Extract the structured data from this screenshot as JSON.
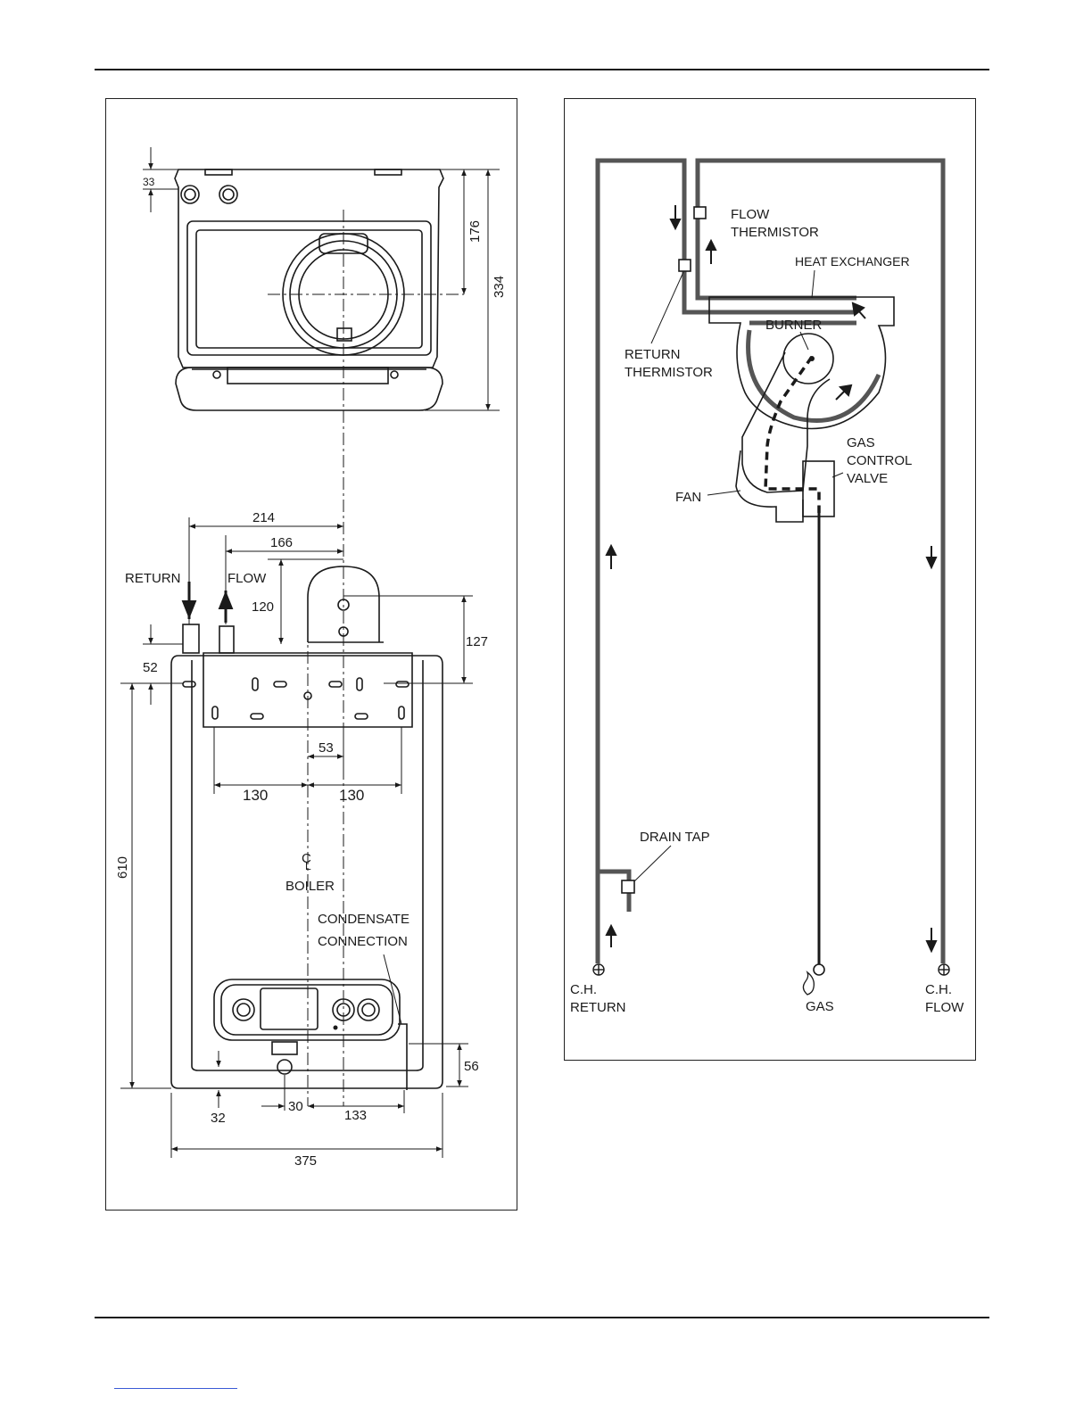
{
  "left_diagram": {
    "dimensions": {
      "top_offset": "33",
      "depth_to_flue": "176",
      "overall_depth": "334",
      "return_to_center": "214",
      "flow_to_center": "166",
      "flue_height": "120",
      "flue_to_bracket": "127",
      "pipe_to_top": "52",
      "bracket_offset": "53",
      "bracket_left": "130",
      "bracket_right": "130",
      "overall_height": "610",
      "bottom_to_cond": "56",
      "left_offset": "32",
      "gas_offset": "30",
      "cond_offset": "133",
      "overall_width": "375"
    },
    "labels": {
      "return": "RETURN",
      "flow": "FLOW",
      "centerline": "C",
      "centerline_sub": "L",
      "boiler": "BOILER",
      "condensate_1": "CONDENSATE",
      "condensate_2": "CONNECTION"
    }
  },
  "right_diagram": {
    "labels": {
      "flow_thermistor_1": "FLOW",
      "flow_thermistor_2": "THERMISTOR",
      "heat_exchanger": "HEAT EXCHANGER",
      "burner": "BURNER",
      "return_thermistor_1": "RETURN",
      "return_thermistor_2": "THERMISTOR",
      "gas_valve_1": "GAS",
      "gas_valve_2": "CONTROL",
      "gas_valve_3": "VALVE",
      "fan": "FAN",
      "drain_tap": "DRAIN TAP",
      "ch_return_1": "C.H.",
      "ch_return_2": "RETURN",
      "gas": "GAS",
      "ch_flow_1": "C.H.",
      "ch_flow_2": "FLOW"
    }
  }
}
